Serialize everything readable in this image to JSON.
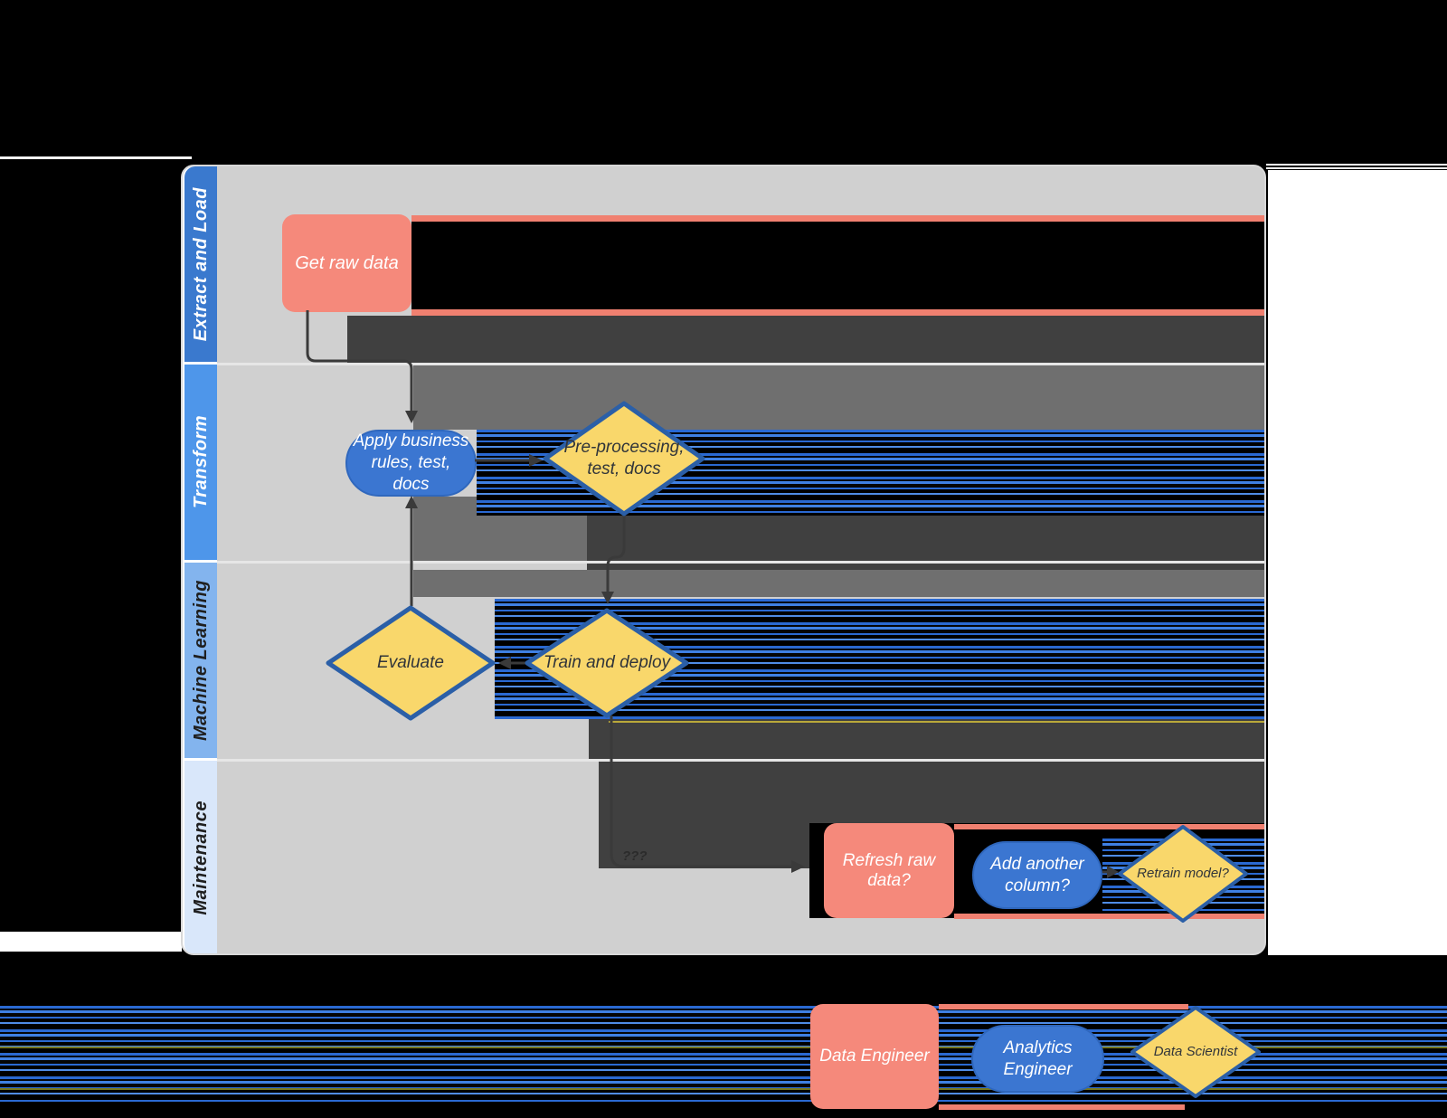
{
  "lanes": [
    {
      "label": "Extract and Load"
    },
    {
      "label": "Transform"
    },
    {
      "label": "Machine Learning"
    },
    {
      "label": "Maintenance"
    }
  ],
  "nodes": {
    "get_raw_data": {
      "label": "Get raw data",
      "type": "process"
    },
    "apply_business_rules": {
      "label": "Apply business\nrules, test,\ndocs",
      "type": "task"
    },
    "pre_processing": {
      "label": "Pre-processing,\ntest, docs",
      "type": "decision"
    },
    "evaluate": {
      "label": "Evaluate",
      "type": "decision"
    },
    "train_and_deploy": {
      "label": "Train and deploy",
      "type": "decision"
    },
    "refresh_raw_data": {
      "label": "Refresh raw\ndata?",
      "type": "process"
    },
    "add_another_column": {
      "label": "Add another\ncolumn?",
      "type": "task"
    },
    "retrain_model": {
      "label": "Retrain model?",
      "type": "decision"
    }
  },
  "connector_label": "???",
  "legend": {
    "data_engineer": {
      "label": "Data Engineer",
      "shape": "process-rectangle"
    },
    "analytics_engineer": {
      "label": "Analytics\nEngineer",
      "shape": "task-stadium"
    },
    "data_scientist": {
      "label": "Data Scientist",
      "shape": "decision-diamond"
    }
  },
  "colors": {
    "process_fill": "#F5897B",
    "task_fill": "#3B76D1",
    "task_border": "#2F67BD",
    "decision_fill": "#F9D76B",
    "decision_border": "#2B5FA7",
    "lane_fill": "#D0D0D0",
    "connector": "#3A3A3A",
    "band_dark": "#404040",
    "band_mid": "#6F6F6F",
    "lane1_header": "#3A79CE",
    "lane2_header": "#4E96EA",
    "lane3_header": "#83B4EE",
    "lane4_header": "#D9E7FA"
  }
}
